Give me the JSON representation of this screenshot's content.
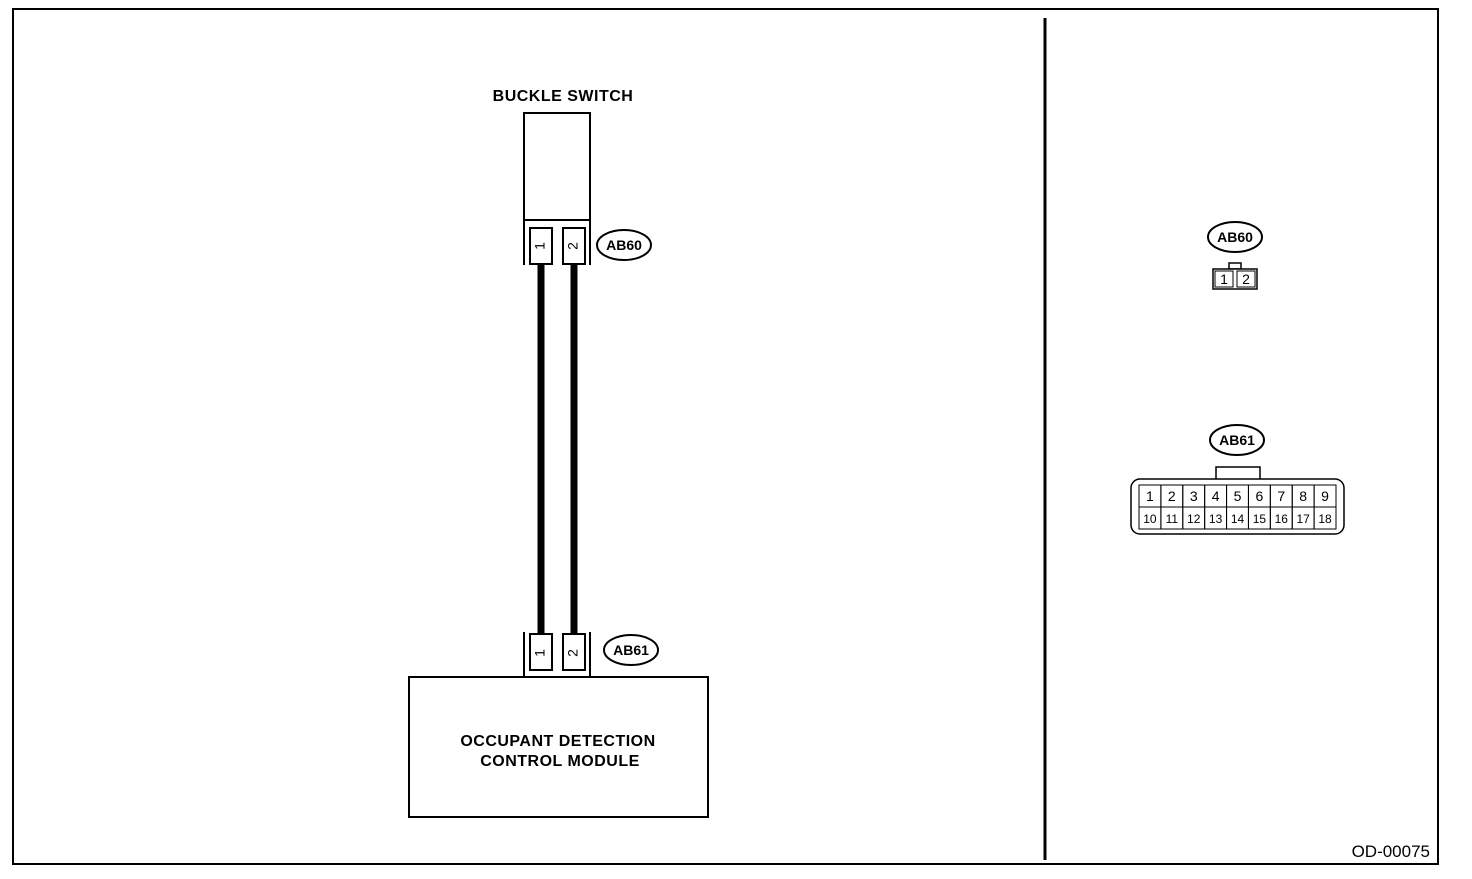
{
  "diagram": {
    "buckle_switch_label": "BUCKLE SWITCH",
    "module_label_line1": "OCCUPANT DETECTION",
    "module_label_line2": "CONTROL MODULE",
    "connector_ab60": "AB60",
    "connector_ab61": "AB61",
    "top_connector_pins": [
      "1",
      "2"
    ],
    "bottom_connector_pins": [
      "1",
      "2"
    ],
    "figure_code": "OD-00075"
  },
  "connector_views": {
    "ab60": {
      "label": "AB60",
      "pins": [
        "1",
        "2"
      ]
    },
    "ab61": {
      "label": "AB61",
      "row1": [
        "1",
        "2",
        "3",
        "4",
        "5",
        "6",
        "7",
        "8",
        "9"
      ],
      "row2": [
        "10",
        "11",
        "12",
        "13",
        "14",
        "15",
        "16",
        "17",
        "18"
      ]
    }
  }
}
